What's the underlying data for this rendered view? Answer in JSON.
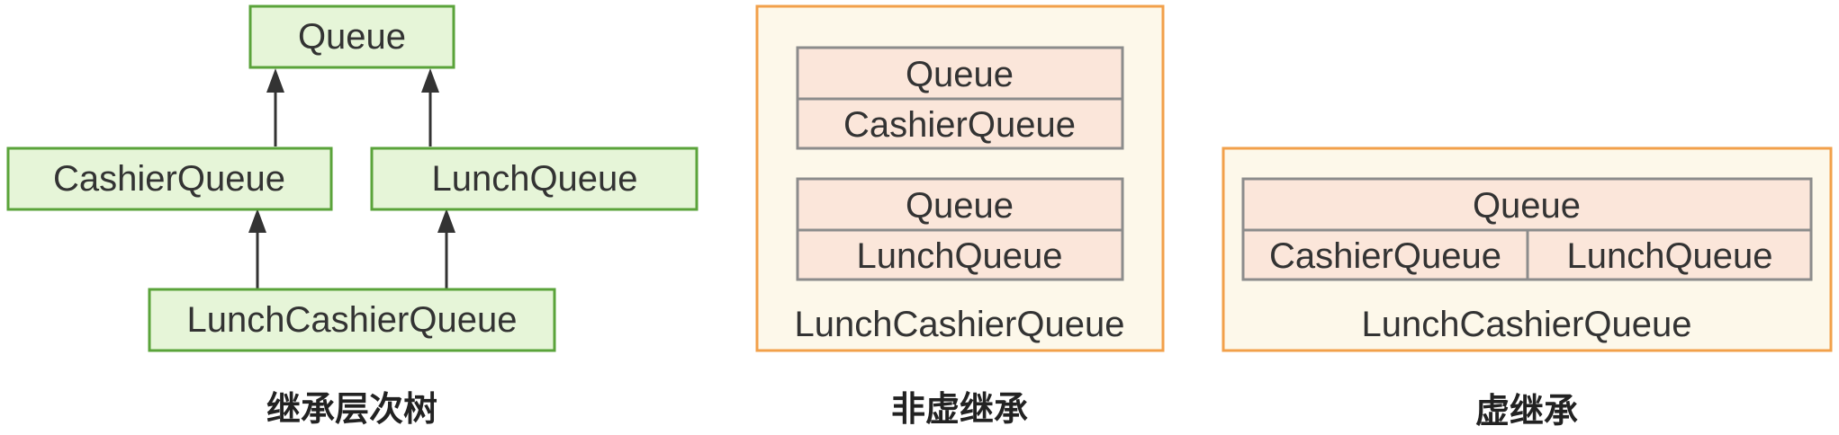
{
  "tree": {
    "nodes": {
      "queue": "Queue",
      "cashier": "CashierQueue",
      "lunch": "LunchQueue",
      "lunch_cashier": "LunchCashierQueue"
    },
    "caption": "继承层次树"
  },
  "nonvirtual": {
    "block1_top": "Queue",
    "block1_bottom": "CashierQueue",
    "block2_top": "Queue",
    "block2_bottom": "LunchQueue",
    "container_label": "LunchCashierQueue",
    "caption": "非虚继承"
  },
  "virtual": {
    "top": "Queue",
    "bottom_left": "CashierQueue",
    "bottom_right": "LunchQueue",
    "container_label": "LunchCashierQueue",
    "caption": "虚继承"
  },
  "colors": {
    "tree_fill": "#e6f5d8",
    "tree_stroke": "#5aa33a",
    "container_fill": "#fdf8ea",
    "container_stroke": "#f2a04a",
    "cell_fill": "#fbe6da",
    "cell_stroke": "#8c8c8c",
    "arrow": "#333333"
  }
}
